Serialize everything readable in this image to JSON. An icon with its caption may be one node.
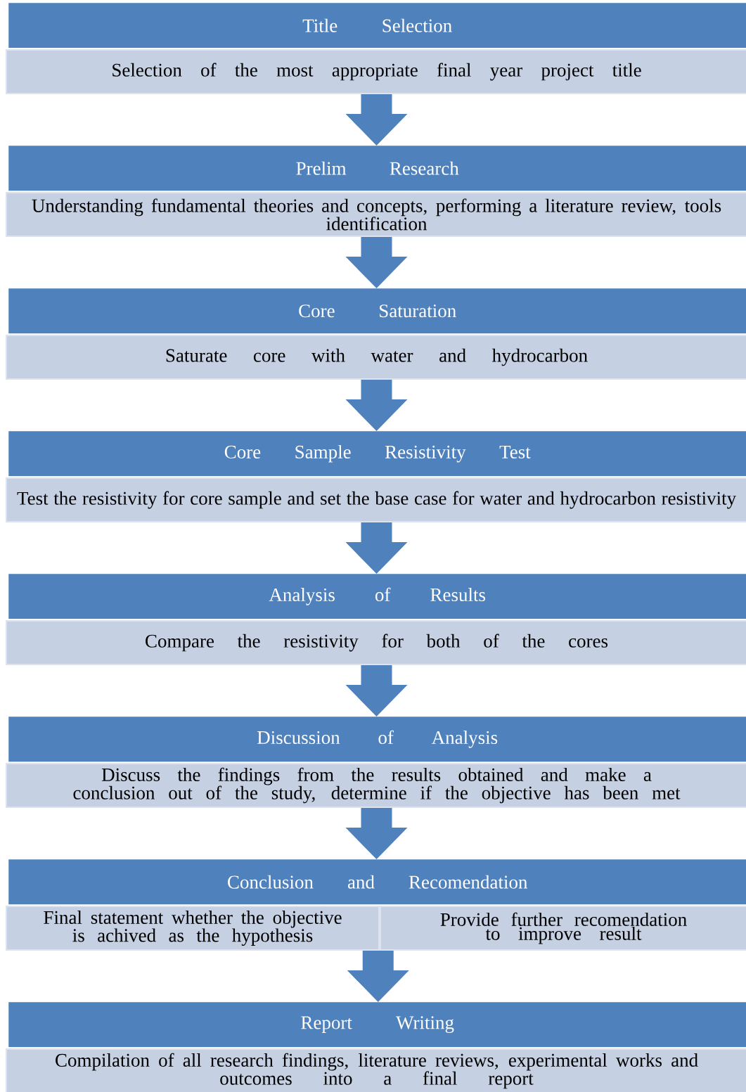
{
  "diagram": {
    "nodes": [
      {
        "text": [
          "Title Selection"
        ]
      },
      {
        "text": [
          "Selection of the most appropriate final year project title"
        ]
      },
      {
        "text": [
          "Prelim Research"
        ]
      },
      {
        "text": [
          "Understanding fundamental theories and concepts, performing a literature review, tools identification"
        ]
      },
      {
        "text": [
          "Core Saturation"
        ]
      },
      {
        "text": [
          "Saturate core with water and hydrocarbon"
        ]
      },
      {
        "text": [
          "Core Sample Resistivity Test"
        ]
      },
      {
        "text": [
          "Test the resistivity for core sample and set the base case for water and hydrocarbon resistivity"
        ]
      },
      {
        "text": [
          "Analysis of Results"
        ]
      },
      {
        "text": [
          "Compare the resistivity for both of the cores"
        ]
      },
      {
        "text": [
          "Discussion of Analysis"
        ]
      },
      {
        "text": [
          "Discuss the findings from the results obtained and make a conclusion out of the study, determine if the objective has been met"
        ]
      },
      {
        "text": [
          "Conclusion and Recomendation"
        ]
      },
      {
        "text": [
          "Final statement whether the objective is achived as the hypothesis"
        ]
      },
      {
        "text": [
          "Provide further recomendation to improve result"
        ]
      },
      {
        "text": [
          "Report Writing"
        ]
      },
      {
        "text": [
          "Compilation of all research findings, literature reviews, experimental works and outcomes into a final report"
        ]
      }
    ],
    "edges": [
      {
        "from": 1,
        "to": 2,
        "arrow": "to"
      },
      {
        "from": 3,
        "to": 4,
        "arrow": "to"
      },
      {
        "from": 5,
        "to": 6,
        "arrow": "to"
      },
      {
        "from": 7,
        "to": 8,
        "arrow": "to"
      },
      {
        "from": 9,
        "to": 10,
        "arrow": "to"
      },
      {
        "from": 11,
        "to": 12,
        "arrow": "to"
      },
      {
        "from": 13,
        "to": 15,
        "arrow": "to"
      },
      {
        "from": 14,
        "to": 15,
        "arrow": "to"
      }
    ]
  }
}
